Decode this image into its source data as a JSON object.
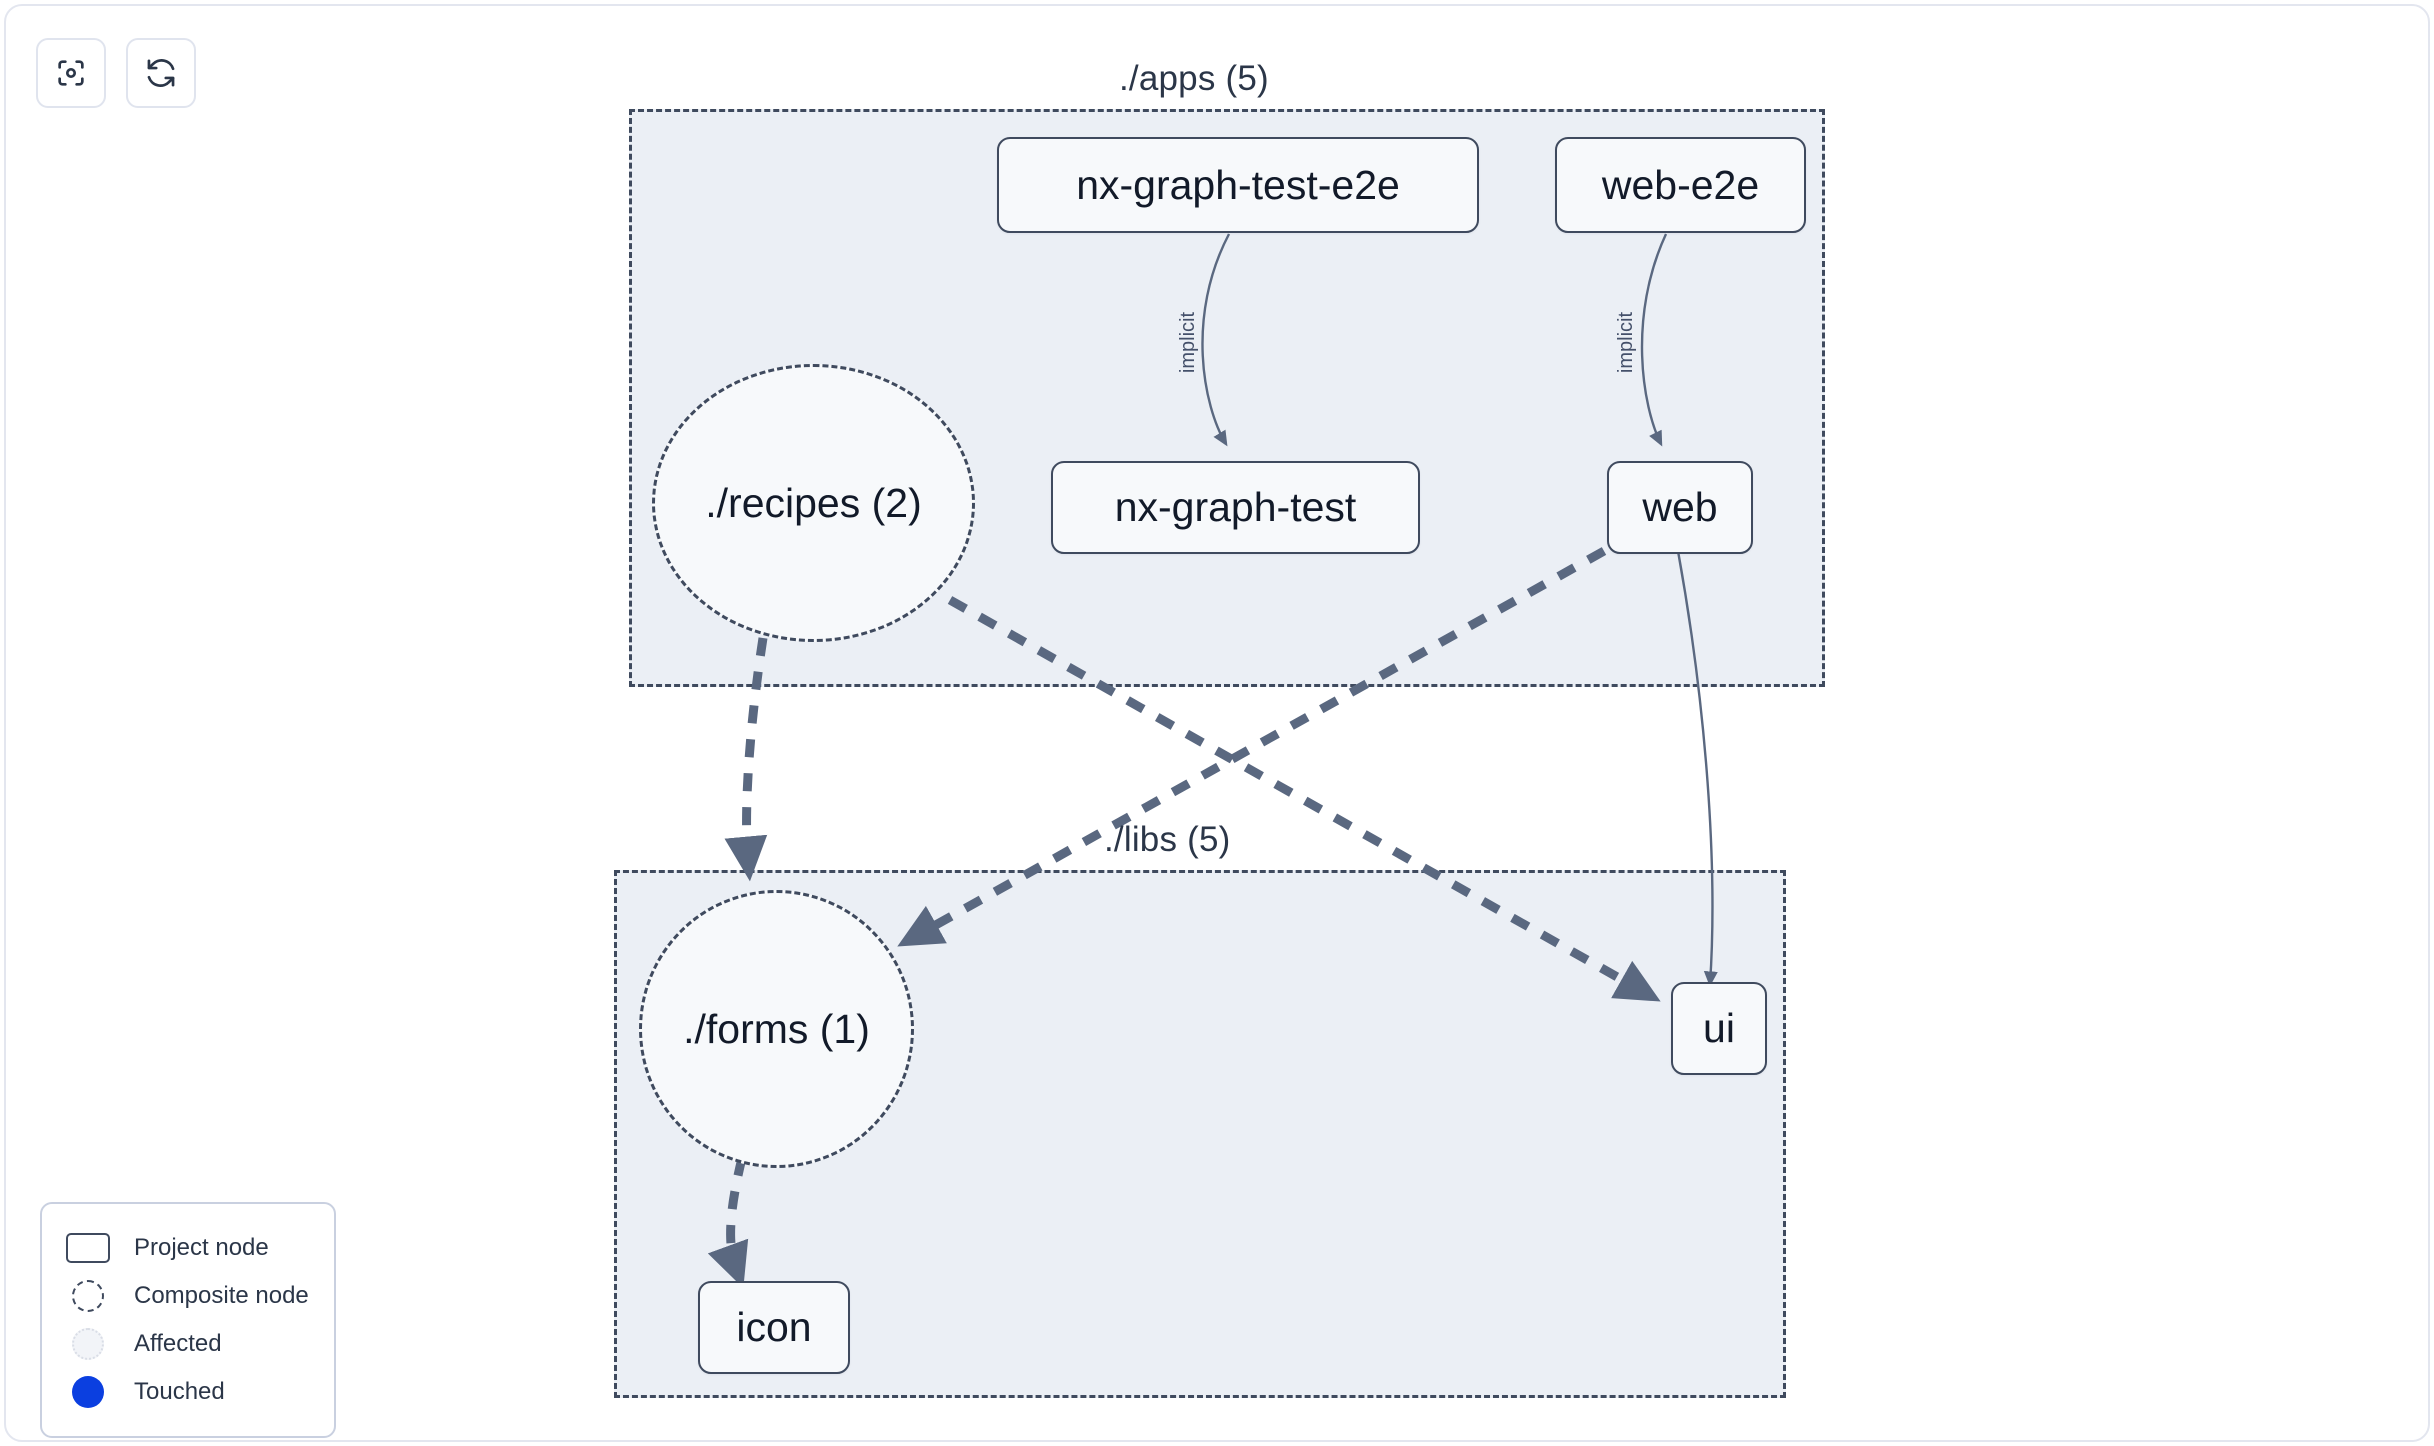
{
  "app": {
    "title": "Nx Project Graph"
  },
  "toolbar": {
    "buttons": [
      {
        "name": "focus-graph-button",
        "icon": "focus-target-icon",
        "label": ""
      },
      {
        "name": "refresh-graph-button",
        "icon": "refresh-icon",
        "label": ""
      }
    ]
  },
  "graph": {
    "groups": [
      {
        "id": "apps",
        "label": "./apps (5)"
      },
      {
        "id": "libs",
        "label": "./libs (5)"
      }
    ],
    "nodes": [
      {
        "id": "nx-graph-test-e2e",
        "label": "nx-graph-test-e2e",
        "type": "project",
        "group": "apps"
      },
      {
        "id": "web-e2e",
        "label": "web-e2e",
        "type": "project",
        "group": "apps"
      },
      {
        "id": "nx-graph-test",
        "label": "nx-graph-test",
        "type": "project",
        "group": "apps"
      },
      {
        "id": "web",
        "label": "web",
        "type": "project",
        "group": "apps"
      },
      {
        "id": "recipes",
        "label": "./recipes (2)",
        "type": "composite",
        "group": "apps"
      },
      {
        "id": "forms",
        "label": "./forms (1)",
        "type": "composite",
        "group": "libs"
      },
      {
        "id": "ui",
        "label": "ui",
        "type": "project",
        "group": "libs"
      },
      {
        "id": "icon",
        "label": "icon",
        "type": "project",
        "group": "libs"
      }
    ],
    "edges": [
      {
        "from": "nx-graph-test-e2e",
        "to": "nx-graph-test",
        "label": "implicit",
        "style": "solid"
      },
      {
        "from": "web-e2e",
        "to": "web",
        "label": "implicit",
        "style": "solid"
      },
      {
        "from": "web",
        "to": "ui",
        "label": "",
        "style": "solid"
      },
      {
        "from": "recipes",
        "to": "forms",
        "label": "",
        "style": "dashed"
      },
      {
        "from": "recipes",
        "to": "ui",
        "label": "",
        "style": "dashed"
      },
      {
        "from": "web",
        "to": "forms",
        "label": "",
        "style": "dashed"
      },
      {
        "from": "forms",
        "to": "icon",
        "label": "",
        "style": "dashed"
      }
    ],
    "edge_labels": {
      "implicit_a": "implicit",
      "implicit_b": "implicit"
    }
  },
  "legend": {
    "items": [
      {
        "id": "project",
        "label": "Project node"
      },
      {
        "id": "composite",
        "label": "Composite node"
      },
      {
        "id": "affected",
        "label": "Affected"
      },
      {
        "id": "touched",
        "label": "Touched"
      }
    ]
  },
  "colors": {
    "node_border": "#3f4a5e",
    "node_fill": "#f7f9fb",
    "group_fill": "#ebeff5",
    "edge": "#5a6880",
    "text": "#121a29",
    "touched": "#0b3fe0",
    "frame_border": "#e3e6ef"
  }
}
